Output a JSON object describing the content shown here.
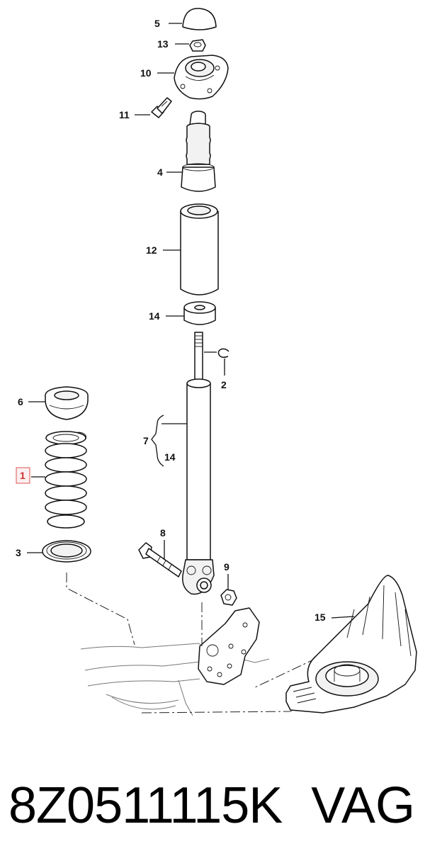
{
  "diagram": {
    "callouts": {
      "c1": "1",
      "c2": "2",
      "c3": "3",
      "c4": "4",
      "c5": "5",
      "c6": "6",
      "c7": "7",
      "c7b": "14",
      "c8": "8",
      "c9": "9",
      "c10": "10",
      "c11": "11",
      "c12": "12",
      "c13": "13",
      "c14": "14",
      "c15": "15"
    },
    "highlighted_callout": "1",
    "highlight_color": "#d9534f"
  },
  "footer": {
    "part_number": "8Z0511115K",
    "brand": "VAG"
  }
}
